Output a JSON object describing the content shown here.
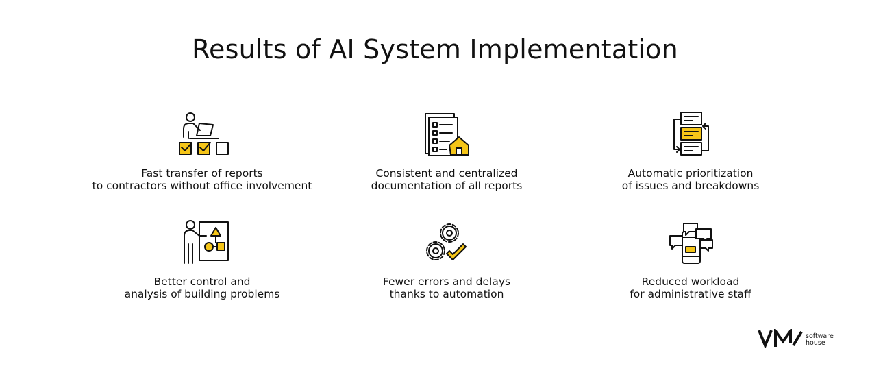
{
  "title": {
    "highlighted": "Results of AI",
    "rest": " System Implementation"
  },
  "colors": {
    "accent": "#f5c518",
    "stroke": "#111111",
    "background": "#ffffff"
  },
  "items": [
    {
      "icon": "person-desk-checklist-icon",
      "line1": "Fast transfer of reports",
      "line2": "to contractors without office involvement"
    },
    {
      "icon": "documents-house-icon",
      "line1": "Consistent and centralized",
      "line2": "documentation of all reports"
    },
    {
      "icon": "prioritization-cards-icon",
      "line1": "Automatic prioritization",
      "line2": "of issues and breakdowns"
    },
    {
      "icon": "presenter-shapes-board-icon",
      "line1": "Better control and",
      "line2": "analysis of building problems"
    },
    {
      "icon": "gears-checkmark-icon",
      "line1": "Fewer errors and delays",
      "line2": "thanks to automation"
    },
    {
      "icon": "phone-chat-bubbles-icon",
      "line1": "Reduced workload",
      "line2": "for administrative staff"
    }
  ],
  "logo": {
    "mark": "VM",
    "line1": "software",
    "line2": "house"
  }
}
